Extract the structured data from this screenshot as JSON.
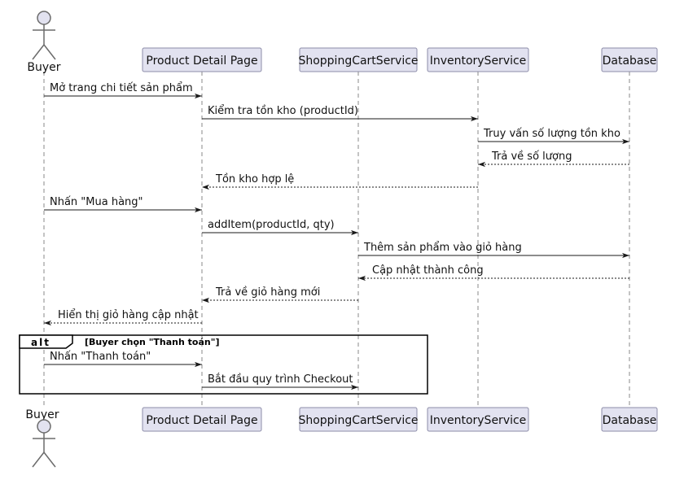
{
  "participants": [
    {
      "id": "buyer",
      "label": "Buyer",
      "kind": "actor"
    },
    {
      "id": "pdp",
      "label": "Product Detail Page",
      "kind": "box"
    },
    {
      "id": "cart",
      "label": "ShoppingCartService",
      "kind": "box"
    },
    {
      "id": "inv",
      "label": "InventoryService",
      "kind": "box"
    },
    {
      "id": "db",
      "label": "Database",
      "kind": "box"
    }
  ],
  "messages": [
    {
      "from": "buyer",
      "to": "pdp",
      "label": "Mở trang chi tiết sản phẩm",
      "type": "sync"
    },
    {
      "from": "pdp",
      "to": "inv",
      "label": "Kiểm tra tồn kho (productId)",
      "type": "sync"
    },
    {
      "from": "inv",
      "to": "db",
      "label": "Truy vấn số lượng tồn kho",
      "type": "sync"
    },
    {
      "from": "db",
      "to": "inv",
      "label": "Trả về số lượng",
      "type": "return"
    },
    {
      "from": "inv",
      "to": "pdp",
      "label": "Tồn kho hợp lệ",
      "type": "return"
    },
    {
      "from": "buyer",
      "to": "pdp",
      "label": "Nhấn \"Mua hàng\"",
      "type": "sync"
    },
    {
      "from": "pdp",
      "to": "cart",
      "label": "addItem(productId, qty)",
      "type": "sync"
    },
    {
      "from": "cart",
      "to": "db",
      "label": "Thêm sản phẩm vào giỏ hàng",
      "type": "sync"
    },
    {
      "from": "db",
      "to": "cart",
      "label": "Cập nhật thành công",
      "type": "return"
    },
    {
      "from": "cart",
      "to": "pdp",
      "label": "Trả về giỏ hàng mới",
      "type": "return"
    },
    {
      "from": "pdp",
      "to": "buyer",
      "label": "Hiển thị giỏ hàng cập nhật",
      "type": "return"
    },
    {
      "from": "buyer",
      "to": "pdp",
      "label": "Nhấn \"Thanh toán\"",
      "type": "sync"
    },
    {
      "from": "pdp",
      "to": "cart",
      "label": "Bắt đầu quy trình Checkout",
      "type": "sync"
    }
  ],
  "fragment": {
    "operator": "alt",
    "guard": "[Buyer chọn \"Thanh toán\"]",
    "first_message": 11,
    "last_message": 12
  }
}
